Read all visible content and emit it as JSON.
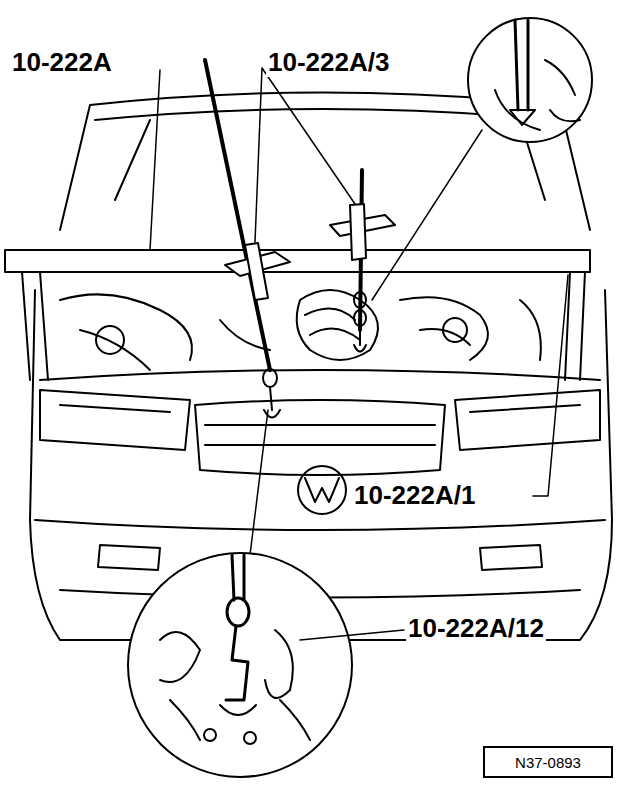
{
  "diagram": {
    "nodes": [
      {
        "text": [
          "N37-0893"
        ]
      }
    ],
    "labels": [
      "10-222A",
      "10-222A/3",
      "10-222A/1",
      "10-222A/12"
    ]
  }
}
